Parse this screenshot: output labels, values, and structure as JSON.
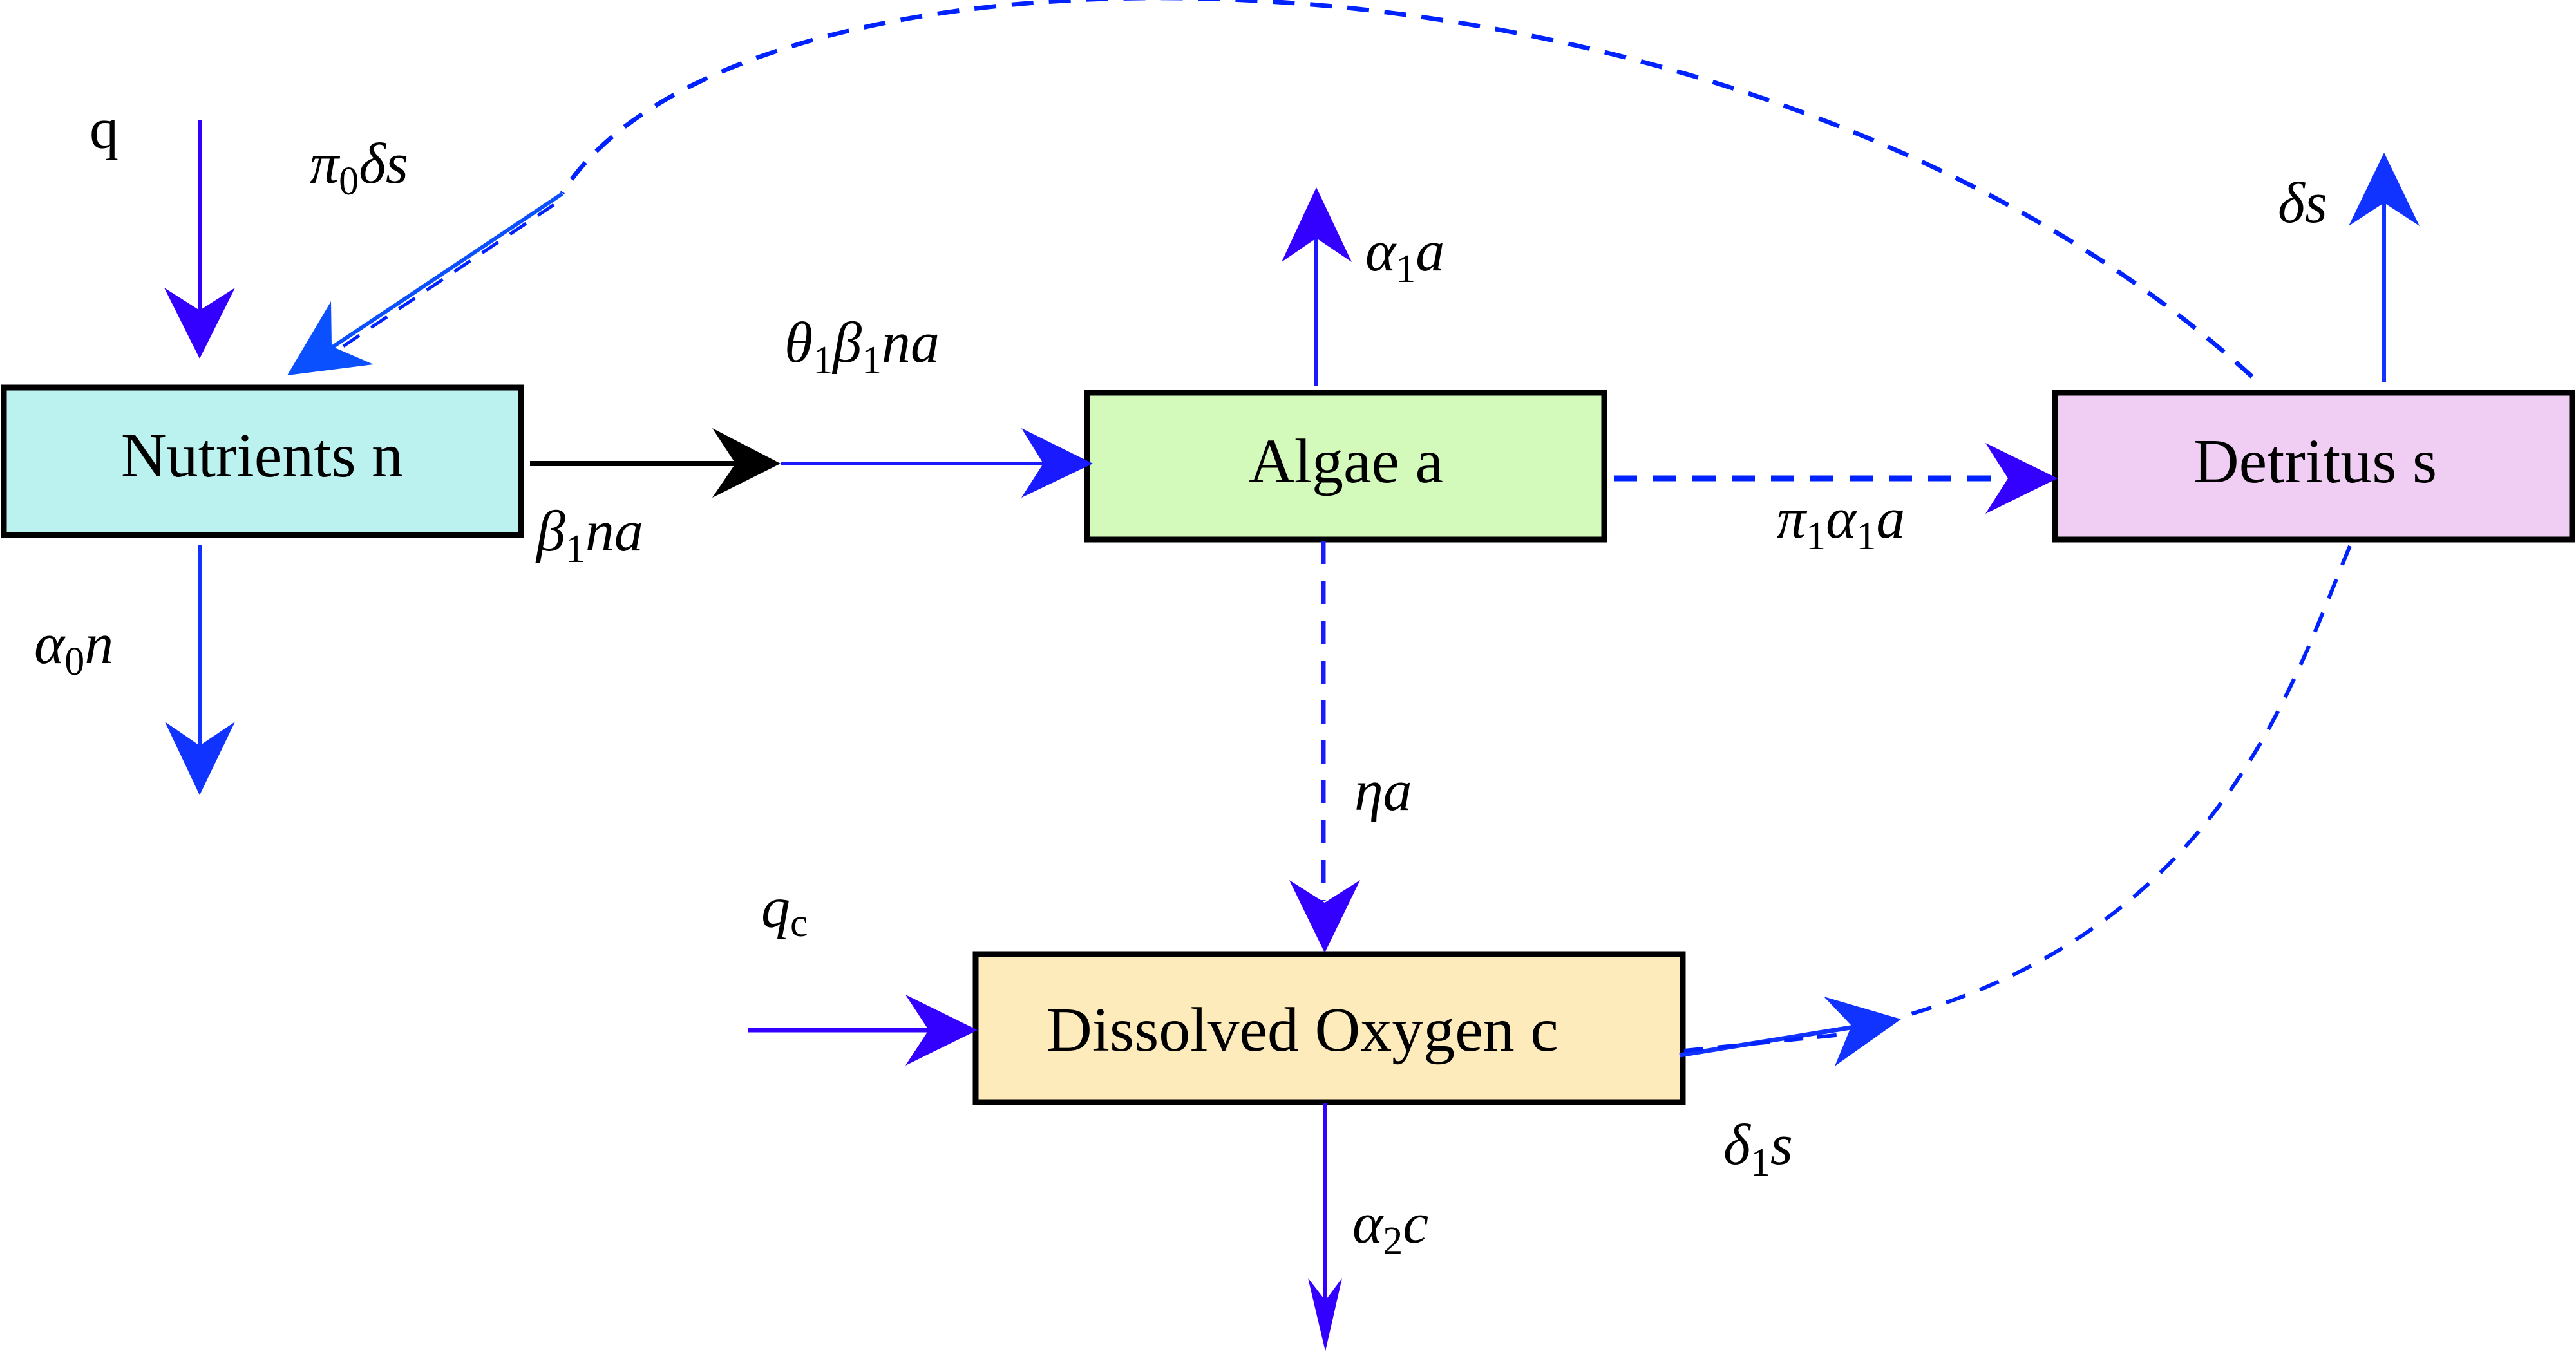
{
  "title": "Nutrient–algae–detritus–dissolved oxygen compartment flow diagram",
  "colors": {
    "solid_arrow_purple": "#3300ff",
    "solid_arrow_blue": "#1133ff",
    "feedback_arrow_azure": "#0a50ff",
    "dashed_flow": "#0022ff",
    "uptake_arrow_black": "#000000",
    "box_border": "#000000"
  },
  "compartments": {
    "nutrients": {
      "label": "Nutrients n",
      "fill": "#bbf2ef"
    },
    "algae": {
      "label": "Algae a",
      "fill": "#d4fabb"
    },
    "detritus": {
      "label": "Detritus s",
      "fill": "#f0cdf3"
    },
    "oxygen": {
      "label": "Dissolved Oxygen c",
      "fill": "#feebbc"
    }
  },
  "flows": {
    "q": {
      "base": "q",
      "sub": "",
      "tail": "",
      "style": "solid",
      "from": "external",
      "to": "nutrients"
    },
    "pi0_delta_s": {
      "base": "π",
      "sub": "0",
      "tail": "δs",
      "style": "dashed-curve",
      "from": "detritus",
      "to": "nutrients"
    },
    "alpha0_n": {
      "base": "α",
      "sub": "0",
      "tail": "n",
      "style": "solid",
      "from": "nutrients",
      "to": "external"
    },
    "beta1_na": {
      "base": "β",
      "sub": "1",
      "tail": "na",
      "style": "solid",
      "from": "nutrients",
      "to": "uptake"
    },
    "theta1_beta1_na": {
      "base": "θ",
      "sub": "1",
      "mid": "β",
      "sub2": "1",
      "tail": "na",
      "style": "solid",
      "from": "uptake",
      "to": "algae"
    },
    "alpha1_a": {
      "base": "α",
      "sub": "1",
      "tail": "a",
      "style": "solid",
      "from": "algae",
      "to": "external"
    },
    "pi1_alpha1_a": {
      "base": "π",
      "sub": "1",
      "mid": "α",
      "sub2": "1",
      "tail": "a",
      "style": "dashed",
      "from": "algae",
      "to": "detritus"
    },
    "delta_s": {
      "base": "δ",
      "sub": "",
      "tail": "s",
      "style": "solid",
      "from": "detritus",
      "to": "external"
    },
    "eta_a": {
      "base": "η",
      "sub": "",
      "tail": "a",
      "style": "dashed",
      "from": "algae",
      "to": "oxygen"
    },
    "q_c": {
      "base": "q",
      "sub": "c",
      "tail": "",
      "style": "solid",
      "from": "external",
      "to": "oxygen"
    },
    "alpha2_c": {
      "base": "α",
      "sub": "2",
      "tail": "c",
      "style": "solid",
      "from": "oxygen",
      "to": "external"
    },
    "delta1_s": {
      "base": "δ",
      "sub": "1",
      "tail": "s",
      "style": "dashed-curve",
      "from": "oxygen",
      "to": "detritus"
    }
  }
}
